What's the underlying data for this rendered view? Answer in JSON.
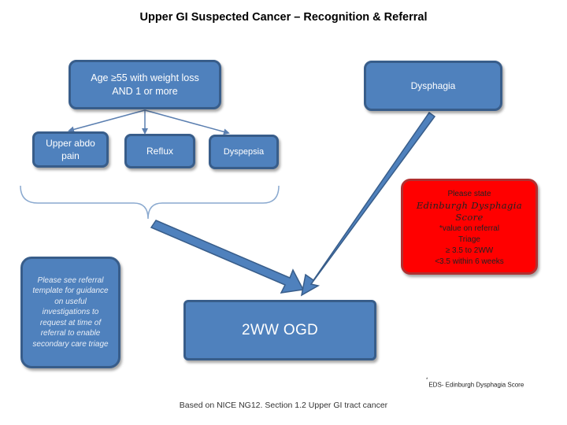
{
  "title": "Upper GI Suspected Cancer – Recognition & Referral",
  "boxes": {
    "age": {
      "line1": "Age ≥55 with weight loss",
      "line2": "AND 1 or more"
    },
    "dysphagia": "Dysphagia",
    "upper_abdo": {
      "line1": "Upper abdo",
      "line2": "pain"
    },
    "reflux": "Reflux",
    "dyspepsia": "Dyspepsia",
    "eds": {
      "line1": "Please state",
      "line2": "Edinburgh Dysphagia Score",
      "line3": "*value on referral",
      "line4": "Triage",
      "line5": "≥ 3.5 to 2WW",
      "line6": "<3.5 within 6 weeks"
    },
    "note": "Please see referral template for guidance on useful investigations to request at time of referral to enable secondary care triage",
    "ogd": "2WW OGD"
  },
  "footnote": {
    "marker": "*",
    "text": "EDS- Edinburgh Dysphagia Score"
  },
  "caption": "Based on NICE NG12. Section 1.2 Upper GI tract cancer",
  "colors": {
    "box_fill": "#4f81bd",
    "box_border": "#385d8a",
    "eds_fill": "#ff0000",
    "text_light": "#ffffff"
  }
}
